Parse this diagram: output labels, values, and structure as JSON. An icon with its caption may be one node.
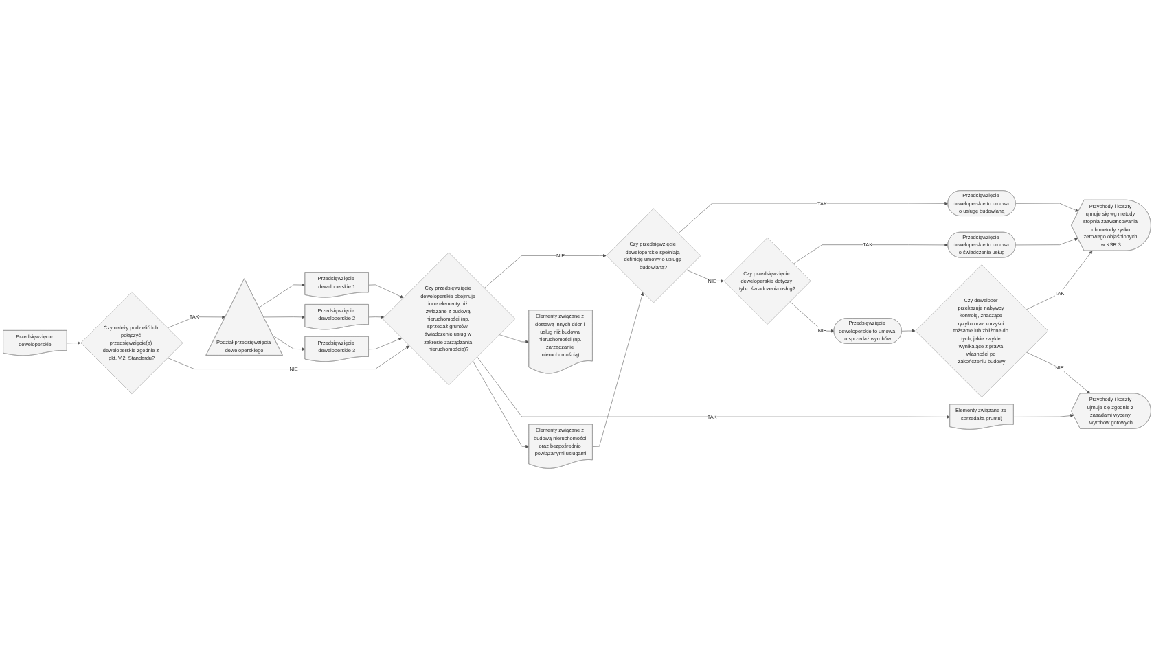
{
  "diagram": {
    "nodes": [
      {
        "text": [
          "Przedsięwzięcie deweloperskie"
        ]
      },
      {
        "text": [
          "Czy należy podzielić lub połączyć przedsięwzięcie(a) deweloperskie zgodnie z pkt. V.2. Standardu?"
        ]
      },
      {
        "text": [
          "Podział przedsięwzięcia deweloperskiego"
        ]
      },
      {
        "text": [
          "Przedsięwzięcie deweloperskie 1"
        ]
      },
      {
        "text": [
          "Przedsięwzięcie deweloperskie 2"
        ]
      },
      {
        "text": [
          "Przedsięwzięcie deweloperskie 3"
        ]
      },
      {
        "text": [
          "Czy przedsięwzięcie deweloperskie obejmuje inne elementy niż związane z budową nieruchomości (np. sprzedaż gruntów, świadczenie usług w zakresie zarządzania nieruchomością)?"
        ]
      },
      {
        "text": [
          "Elementy związane z dostawą innych dóbr i usług niż budowa nieruchomości (np. zarządzanie nieruchomością)"
        ]
      },
      {
        "text": [
          "Elementy związane ze sprzedażą gruntu)"
        ]
      },
      {
        "text": [
          "Elementy związane z budową nieruchomości oraz bezpośrednio powiązanymi usługami"
        ]
      },
      {
        "text": [
          "Czy przedsięwzięcie deweloperskie spełniają definicję umowy o usługę budowlaną?"
        ]
      },
      {
        "text": [
          "Przedsięwzięcie deweloperskie to umowa o usługę budowlaną"
        ]
      },
      {
        "text": [
          "Przedsięwzięcie deweloperskie to umowa o świadczenie usług"
        ]
      },
      {
        "text": [
          "Czy przedsięwzięcie deweloperskie dotyczy tylko świadczenia usług?"
        ]
      },
      {
        "text": [
          "Przedsięwzięcie deweloperskie to umowa o sprzedaż wyrobów"
        ]
      },
      {
        "text": [
          "Czy deweloper przekazuje nabywcy kontrolę, znaczące ryzyko oraz korzyści tożsame lub zbliżone do tych, jakie zwykle wynikające z prawa własności po zakończeniu budowy"
        ]
      },
      {
        "text": [
          "Przychody i koszty ujmuje się wg metody stopnia zaawansowania lub metody zysku zerowego objaśnionych w KSR 3"
        ]
      },
      {
        "text": [
          "Przychody i koszty ujmuje się zgodnie z zasadami wyceny wyrobów gotowych"
        ]
      }
    ],
    "edges": [
      {
        "from": 0,
        "to": 1,
        "arrow": "to"
      },
      {
        "from": 1,
        "to": 2,
        "arrow": "to",
        "label": "TAK"
      },
      {
        "from": 2,
        "to": 3,
        "arrow": "to"
      },
      {
        "from": 2,
        "to": 4,
        "arrow": "to"
      },
      {
        "from": 2,
        "to": 5,
        "arrow": "to"
      },
      {
        "from": 1,
        "to": 6,
        "arrow": "to",
        "label": "NIE"
      },
      {
        "from": 3,
        "to": 6,
        "arrow": "to"
      },
      {
        "from": 4,
        "to": 6,
        "arrow": "to"
      },
      {
        "from": 5,
        "to": 6,
        "arrow": "to"
      },
      {
        "from": 6,
        "to": 10,
        "arrow": "to",
        "label": "NIE"
      },
      {
        "from": 6,
        "to": 7,
        "arrow": "to"
      },
      {
        "from": 6,
        "to": 8,
        "arrow": "to",
        "label": "TAK"
      },
      {
        "from": 6,
        "to": 9,
        "arrow": "to"
      },
      {
        "from": 9,
        "to": 10,
        "arrow": "to"
      },
      {
        "from": 8,
        "to": 17,
        "arrow": "to"
      },
      {
        "from": 10,
        "to": 11,
        "arrow": "to",
        "label": "TAK"
      },
      {
        "from": 10,
        "to": 13,
        "arrow": "to",
        "label": "NIE"
      },
      {
        "from": 13,
        "to": 12,
        "arrow": "to",
        "label": "TAK"
      },
      {
        "from": 13,
        "to": 14,
        "arrow": "to",
        "label": "NIE"
      },
      {
        "from": 14,
        "to": 15,
        "arrow": "to"
      },
      {
        "from": 11,
        "to": 16,
        "arrow": "to"
      },
      {
        "from": 12,
        "to": 16,
        "arrow": "to"
      },
      {
        "from": 15,
        "to": 16,
        "arrow": "to",
        "label": "TAK"
      },
      {
        "from": 15,
        "to": 17,
        "arrow": "to",
        "label": "NIE"
      }
    ]
  }
}
